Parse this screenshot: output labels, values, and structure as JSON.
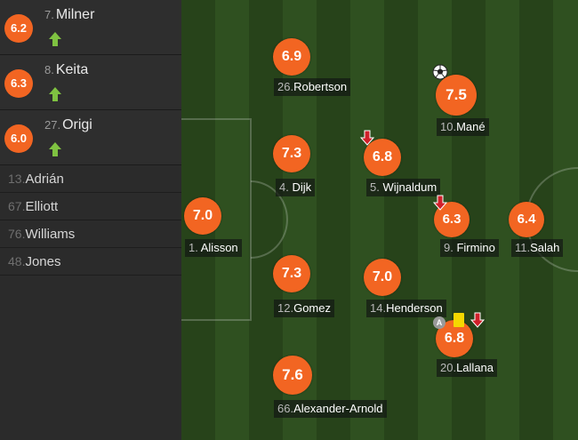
{
  "substitutes": [
    {
      "rating": "6.2",
      "number": "7.",
      "name": "Milner",
      "icon": "sub-in-arrow-icon"
    },
    {
      "rating": "6.3",
      "number": "8.",
      "name": "Keita",
      "icon": "sub-in-arrow-icon"
    },
    {
      "rating": "6.0",
      "number": "27.",
      "name": "Origi",
      "icon": "sub-in-arrow-icon"
    }
  ],
  "bench": [
    {
      "number": "13.",
      "name": "Adrián"
    },
    {
      "number": "67.",
      "name": "Elliott"
    },
    {
      "number": "76.",
      "name": "Williams"
    },
    {
      "number": "48.",
      "name": "Jones"
    }
  ],
  "players": [
    {
      "number": "1.",
      "name": "Alisson",
      "rating": "7.0"
    },
    {
      "number": "26.",
      "name": "Robertson",
      "rating": "6.9"
    },
    {
      "number": "4.",
      "name": "Dijk",
      "rating": "7.3"
    },
    {
      "number": "12.",
      "name": "Gomez",
      "rating": "7.3"
    },
    {
      "number": "66.",
      "name": "Alexander-Arnold",
      "rating": "7.6"
    },
    {
      "number": "5.",
      "name": "Wijnaldum",
      "rating": "6.8",
      "icons": [
        "sub-out-arrow-icon"
      ]
    },
    {
      "number": "14.",
      "name": "Henderson",
      "rating": "7.0"
    },
    {
      "number": "20.",
      "name": "Lallana",
      "rating": "6.8",
      "icons": [
        "assist-icon",
        "yellow-card-icon",
        "sub-out-arrow-icon"
      ],
      "assist_letter": "A"
    },
    {
      "number": "10.",
      "name": "Mané",
      "rating": "7.5",
      "icons": [
        "goal-ball-icon"
      ]
    },
    {
      "number": "9.",
      "name": "Firmino",
      "rating": "6.3",
      "icons": [
        "sub-out-arrow-icon"
      ]
    },
    {
      "number": "11.",
      "name": "Salah",
      "rating": "6.4"
    }
  ],
  "colors": {
    "rating": "#f26522",
    "sub_in": "#7fc241",
    "sub_out": "#d0202a",
    "yellow_card": "#f5d800"
  }
}
